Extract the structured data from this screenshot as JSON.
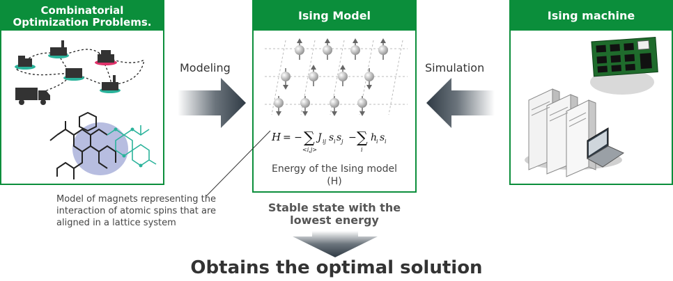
{
  "panels": {
    "left_title_line1": "Combinatorial",
    "left_title_line2": "Optimization Problems.",
    "middle_title": "Ising Model",
    "right_title": "Ising machine"
  },
  "arrows": {
    "modeling_label": "Modeling",
    "simulation_label": "Simulation"
  },
  "ising": {
    "formula": {
      "H": "H",
      "equals_minus": "= −",
      "sum1_sub": "<i,j>",
      "term1": "J",
      "term1_sub": "ij",
      "term1_rest": "s",
      "si_sub": "i",
      "sj": "s",
      "sj_sub": "j",
      "minus": "−",
      "sum2_sub": "i",
      "h": "h",
      "h_sub": "i",
      "s": "s",
      "s_sub": "i"
    },
    "caption_line1": "Energy of the Ising model",
    "caption_line2": "(H)"
  },
  "notes": {
    "magnet_line1": "Model of magnets representing the",
    "magnet_line2": "interaction of atomic spins that are",
    "magnet_line3": "aligned in a lattice system",
    "stable_line1": "Stable state with the",
    "stable_line2": "lowest energy",
    "result": "Obtains the optimal solution"
  },
  "colors": {
    "panel_green": "#0b8e3b",
    "arrow_dark": "#2f3a44",
    "pink": "#e0336b",
    "teal": "#2bb39b",
    "lavender": "#b7bde0"
  }
}
